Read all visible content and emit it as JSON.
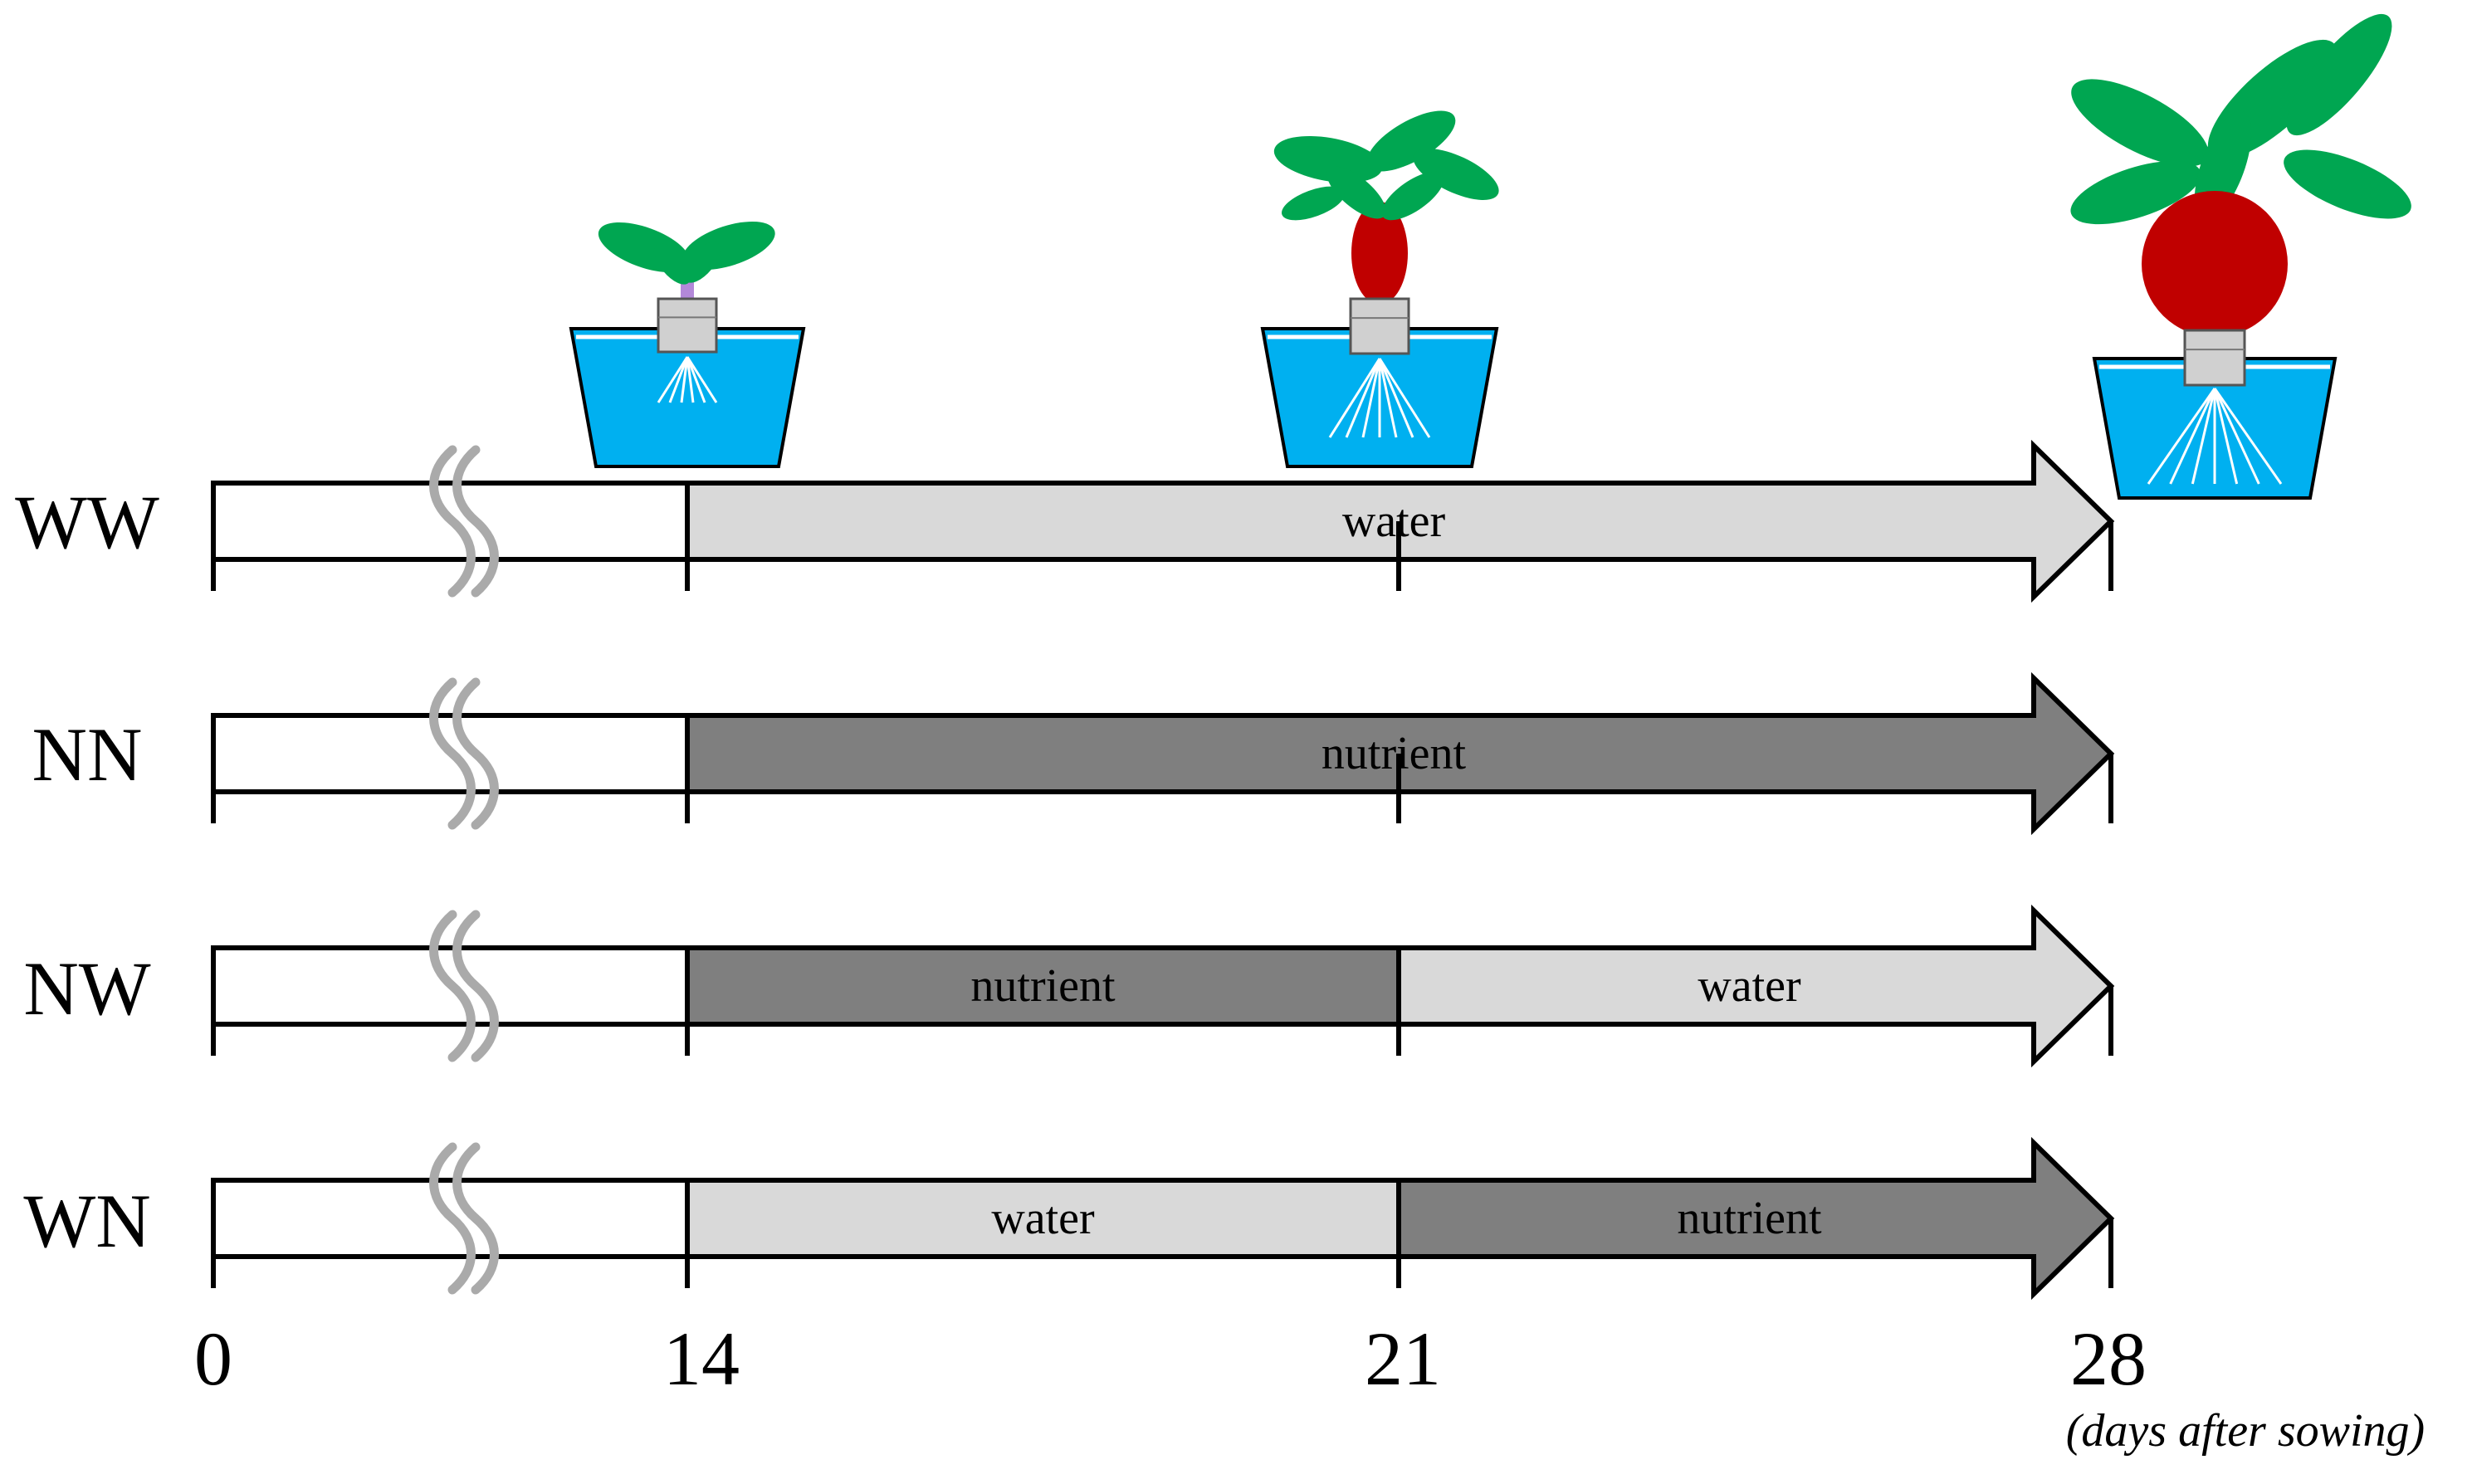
{
  "rows": [
    {
      "id": "WW",
      "label": "WW",
      "segments": [
        {
          "from": 14,
          "to": 28,
          "label": "water",
          "kind": "water"
        }
      ]
    },
    {
      "id": "NN",
      "label": "NN",
      "segments": [
        {
          "from": 14,
          "to": 28,
          "label": "nutrient",
          "kind": "nutrient"
        }
      ]
    },
    {
      "id": "NW",
      "label": "NW",
      "segments": [
        {
          "from": 14,
          "to": 21,
          "label": "nutrient",
          "kind": "nutrient"
        },
        {
          "from": 21,
          "to": 28,
          "label": "water",
          "kind": "water"
        }
      ]
    },
    {
      "id": "WN",
      "label": "WN",
      "segments": [
        {
          "from": 14,
          "to": 21,
          "label": "water",
          "kind": "water"
        },
        {
          "from": 21,
          "to": 28,
          "label": "nutrient",
          "kind": "nutrient"
        }
      ]
    }
  ],
  "ticks": [
    "0",
    "14",
    "21",
    "28"
  ],
  "axis_unit": "(days after sowing)",
  "plants": [
    {
      "day": 14,
      "stage": "seedling"
    },
    {
      "day": 21,
      "stage": "young"
    },
    {
      "day": 28,
      "stage": "mature"
    }
  ],
  "colors": {
    "water": "#d9d9d9",
    "nutrient": "#7f7f7f",
    "pot_water": "#00b0f0",
    "leaf": "#00a651",
    "root": "#c00000",
    "stem_seedling": "#b388d9",
    "break_mark": "#aaaaaa"
  }
}
